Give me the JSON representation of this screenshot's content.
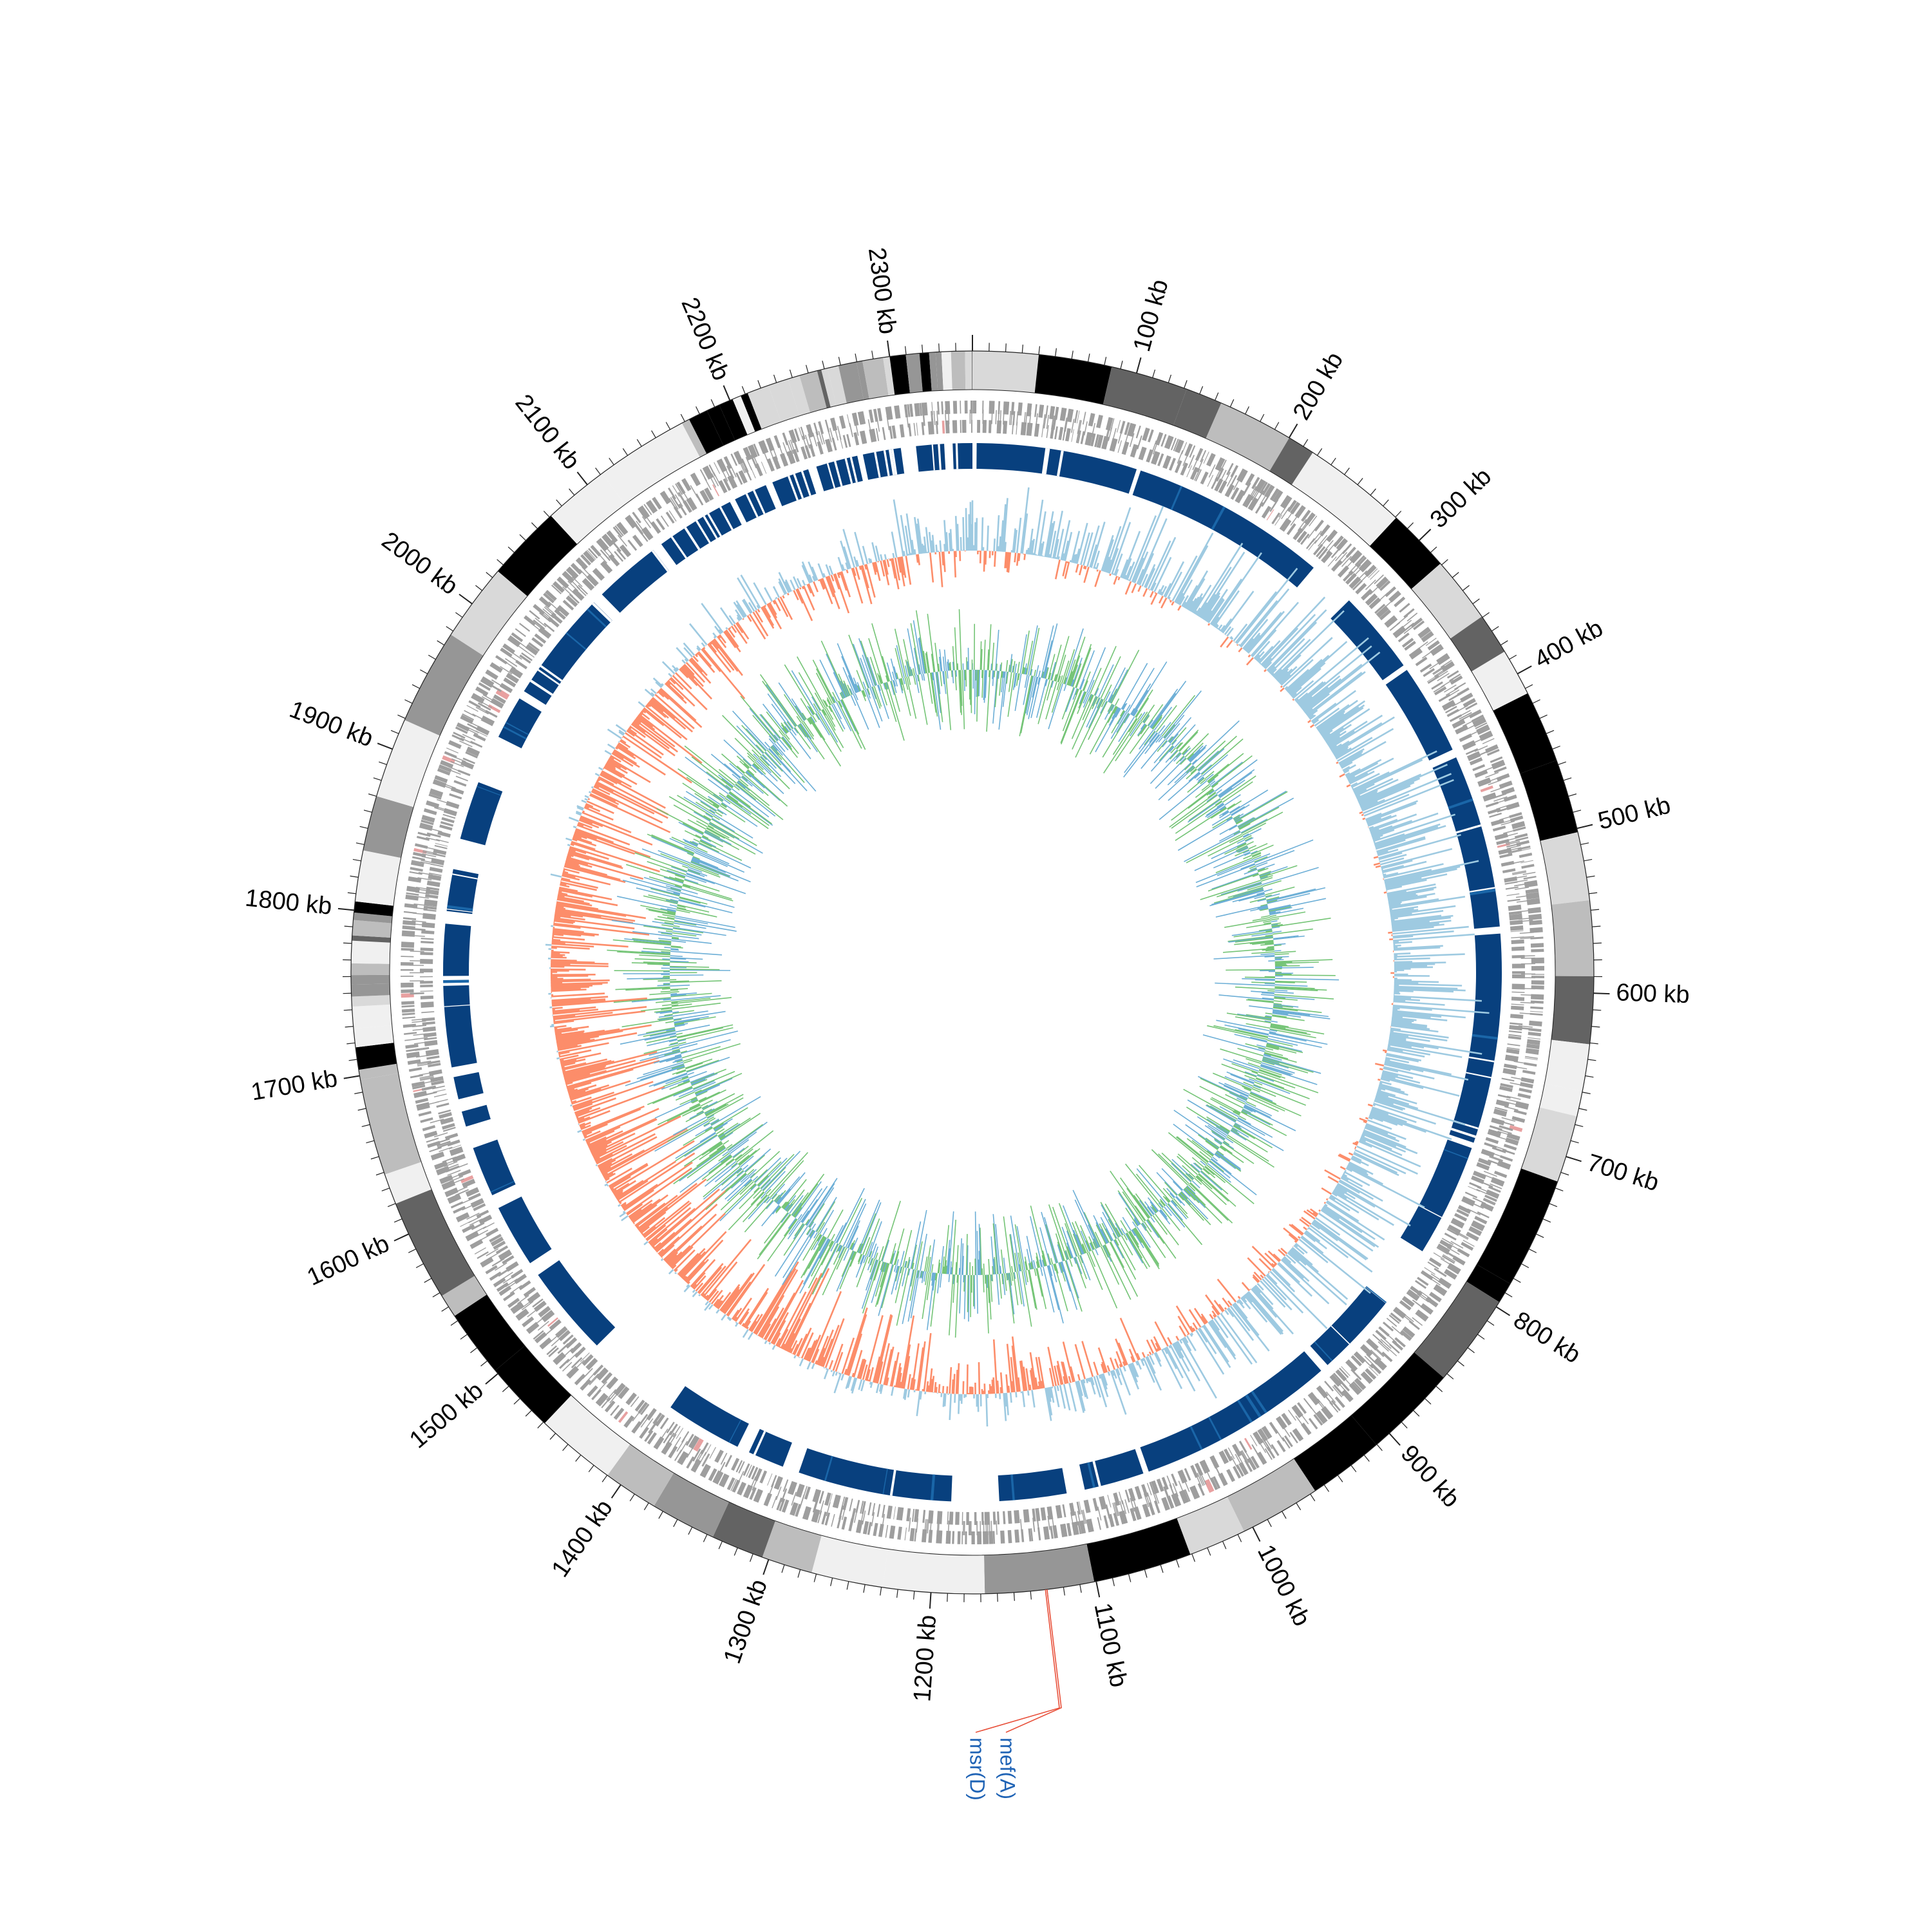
{
  "genome": {
    "length_kb": 2350,
    "tick_labels": [
      "100 kb",
      "200 kb",
      "300 kb",
      "400 kb",
      "500 kb",
      "600 kb",
      "700 kb",
      "800 kb",
      "900 kb",
      "1000 kb",
      "1100 kb",
      "1200 kb",
      "1300 kb",
      "1400 kb",
      "1500 kb",
      "1600 kb",
      "1700 kb",
      "1800 kb",
      "1900 kb",
      "2000 kb",
      "2100 kb",
      "2200 kb",
      "2300 kb"
    ],
    "tick_positions_kb": [
      100,
      200,
      300,
      400,
      500,
      600,
      700,
      800,
      900,
      1000,
      1100,
      1200,
      1300,
      1400,
      1500,
      1600,
      1700,
      1800,
      1900,
      2000,
      2100,
      2200,
      2300
    ]
  },
  "genes": [
    {
      "label": "mef(A)",
      "position_kb": 1130,
      "color": "#1f63b5",
      "line_color": "#e8503a"
    },
    {
      "label": "msr(D)",
      "position_kb": 1131,
      "color": "#1f63b5",
      "line_color": "#e8503a"
    }
  ],
  "colors": {
    "contig_palette": [
      "#f0f0f0",
      "#bdbdbd",
      "#636363",
      "#000000",
      "#969696",
      "#d9d9d9"
    ],
    "cds": "#9e9e9e",
    "rna": "#e8a0a0",
    "blast_dark": "#08407e",
    "blast_mid": "#1a66a8",
    "gc_skew_pos": "#9ecae1",
    "gc_skew_neg": "#fc8d6a",
    "gc_content_a": "#74c476",
    "gc_content_b": "#6baed6"
  }
}
